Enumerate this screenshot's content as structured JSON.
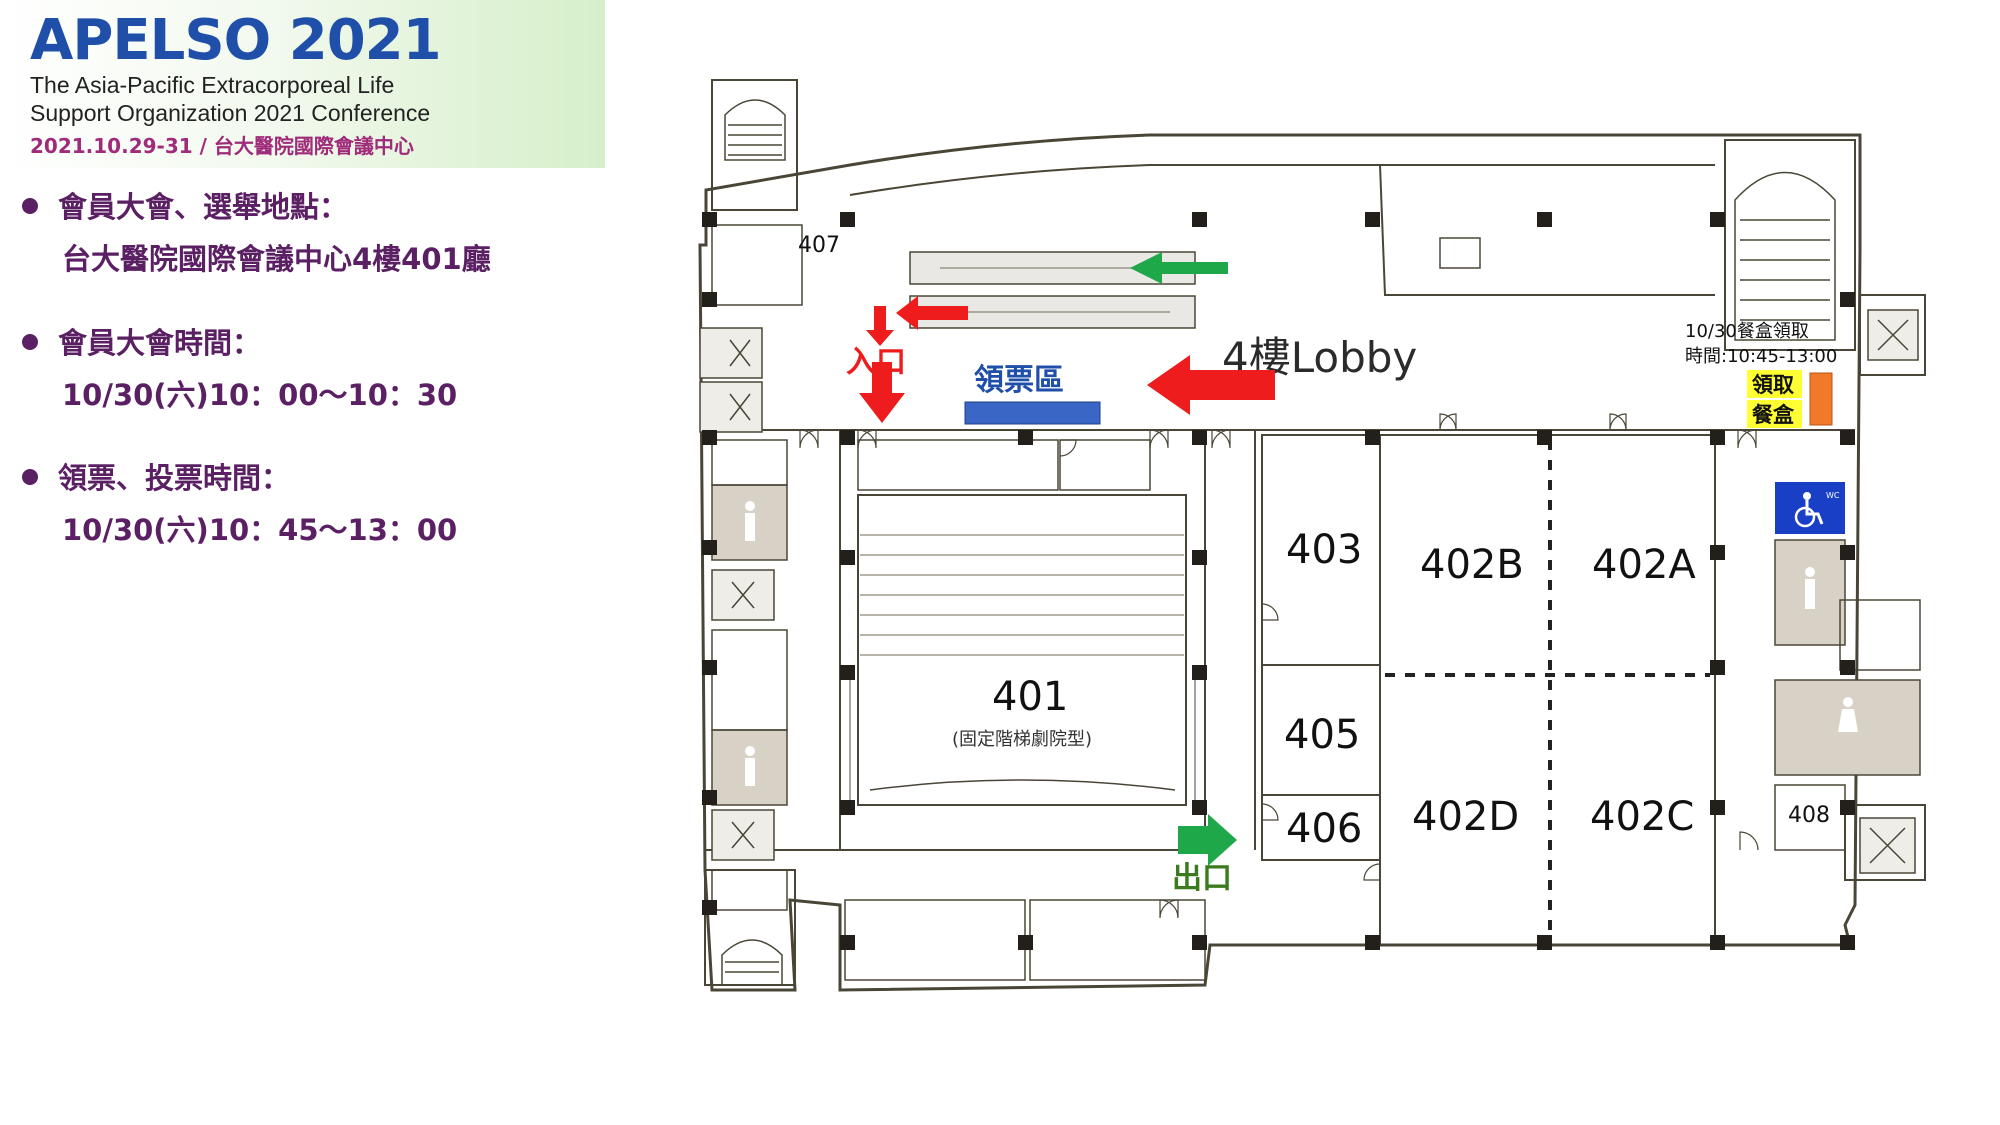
{
  "header": {
    "title": "APELSO 2021",
    "subtitle_line1": "The Asia-Pacific Extracorporeal Life",
    "subtitle_line2": "Support Organization 2021 Conference",
    "date_venue": "2021.10.29-31 / 台大醫院國際會議中心"
  },
  "info": [
    {
      "line1": "會員大會、選舉地點：",
      "line2": "台大醫院國際會議中心4樓401廳"
    },
    {
      "line1": "會員大會時間：",
      "line2": "10/30(六)10：00～10：30"
    },
    {
      "line1": "領票、投票時間：",
      "line2": "10/30(六)10：45～13：00"
    }
  ],
  "floorplan": {
    "lobby": "4樓Lobby",
    "entrance": "入口",
    "exit": "出口",
    "ticket_area": "領票區",
    "lunch_line1": "10/30餐盒領取",
    "lunch_line2": "時間:10:45-13:00",
    "lunch_pickup_line1": "領取",
    "lunch_pickup_line2": "餐盒",
    "wc_label": "WC",
    "rooms": {
      "r401": "401",
      "r401_note": "(固定階梯劇院型)",
      "r402a": "402A",
      "r402b": "402B",
      "r402c": "402C",
      "r402d": "402D",
      "r403": "403",
      "r405": "405",
      "r406": "406",
      "r407": "407",
      "r408": "408"
    }
  },
  "colors": {
    "title_blue": "#1f4fa8",
    "purple_text": "#5b1f64",
    "magenta": "#a02b7a",
    "entrance_red": "#ee1c1c",
    "exit_green": "#1fa84a",
    "ticket_blue": "#3a67c6",
    "lunch_orange": "#f07a2a",
    "highlight_yellow": "#ffff33",
    "wall": "#4a4637",
    "wc_blue": "#1a3fc7"
  }
}
